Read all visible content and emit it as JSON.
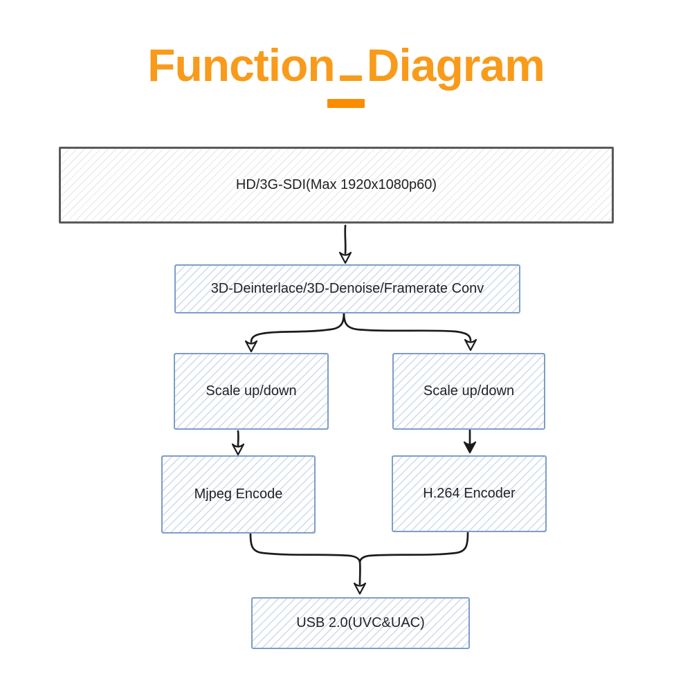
{
  "title": {
    "word1": "Function",
    "word2": "Diagram"
  },
  "diagram": {
    "nodes": [
      {
        "id": "sdi",
        "label": "HD/3G-SDI(Max 1920x1080p60)",
        "style": "gray"
      },
      {
        "id": "deint",
        "label": "3D-Deinterlace/3D-Denoise/Framerate Conv",
        "style": "blue"
      },
      {
        "id": "scale-left",
        "label": "Scale up/down",
        "style": "blue"
      },
      {
        "id": "scale-right",
        "label": "Scale up/down",
        "style": "blue"
      },
      {
        "id": "mjpeg",
        "label": "Mjpeg Encode",
        "style": "blue"
      },
      {
        "id": "h264",
        "label": "H.264 Encoder",
        "style": "blue"
      },
      {
        "id": "usb",
        "label": "USB 2.0(UVC&UAC)",
        "style": "blue"
      }
    ],
    "edges": [
      {
        "from": "sdi",
        "to": "deint",
        "arrowhead": "hollow"
      },
      {
        "from": "deint",
        "to": "scale-left",
        "arrowhead": "hollow"
      },
      {
        "from": "deint",
        "to": "scale-right",
        "arrowhead": "hollow"
      },
      {
        "from": "scale-left",
        "to": "mjpeg",
        "arrowhead": "hollow"
      },
      {
        "from": "scale-right",
        "to": "h264",
        "arrowhead": "filled"
      },
      {
        "from": "mjpeg",
        "to": "usb",
        "arrowhead": "hollow"
      },
      {
        "from": "h264",
        "to": "usb",
        "arrowhead": "hollow"
      }
    ]
  },
  "colors": {
    "accent_orange": "#F89B1B",
    "dash_orange": "#FB8C00",
    "box_border_blue": "#7D9CC9",
    "box_hatch_blue": "#C9D8EC",
    "box_border_gray": "#595959",
    "box_hatch_gray": "#E9E9E9",
    "line_black": "#1B1B1B",
    "text": "#222222"
  }
}
